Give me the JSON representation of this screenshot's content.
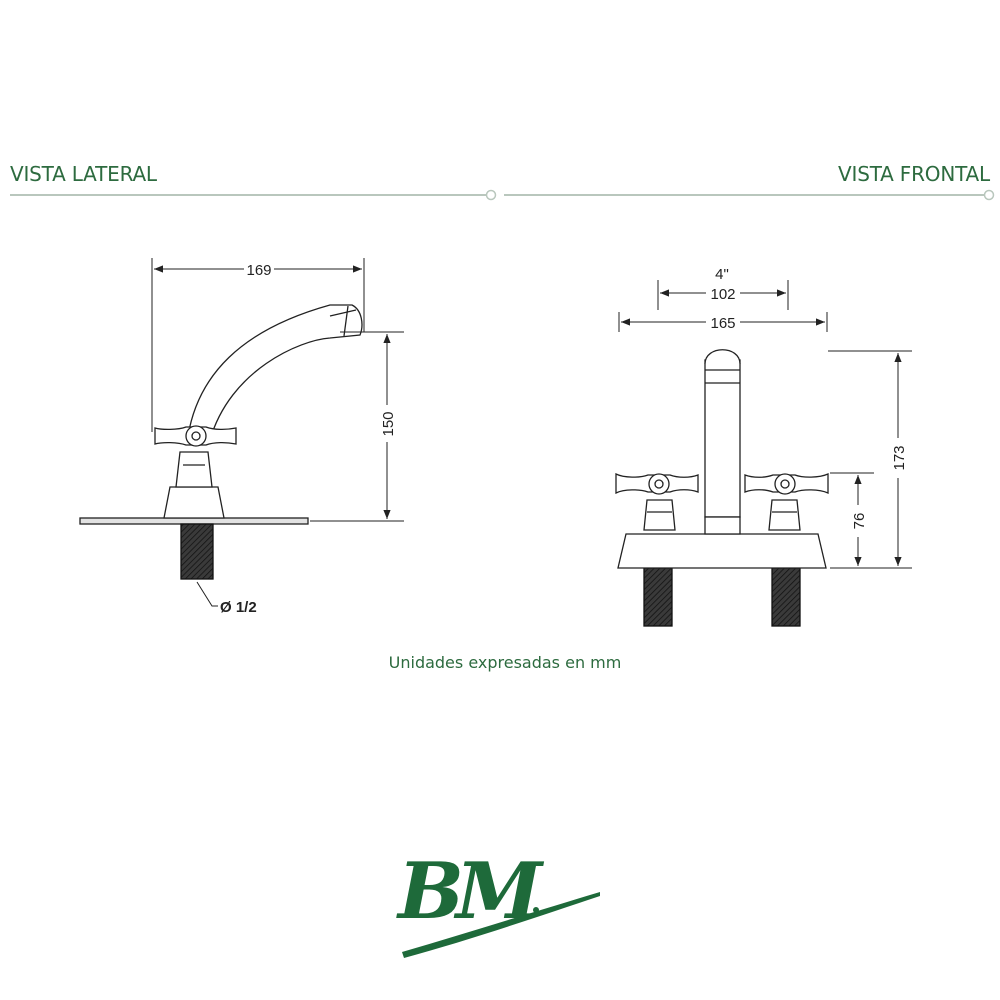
{
  "header": {
    "left_title": "VISTA LATERAL",
    "right_title": "VISTA FRONTAL"
  },
  "lateral_view": {
    "width_dim": "169",
    "height_dim": "150",
    "pipe_dim": "Ø 1/2"
  },
  "frontal_view": {
    "spacing_in": "4\"",
    "spacing_mm": "102",
    "width_dim": "165",
    "total_height_dim": "173",
    "handle_height_dim": "76"
  },
  "footer": {
    "units_note": "Unidades expresadas en mm"
  },
  "brand": {
    "logo_text": "BM",
    "color": "#1e6a3a"
  },
  "colors": {
    "accent": "#2d6b3f",
    "rule": "#b9c7bd",
    "line": "#222222"
  }
}
